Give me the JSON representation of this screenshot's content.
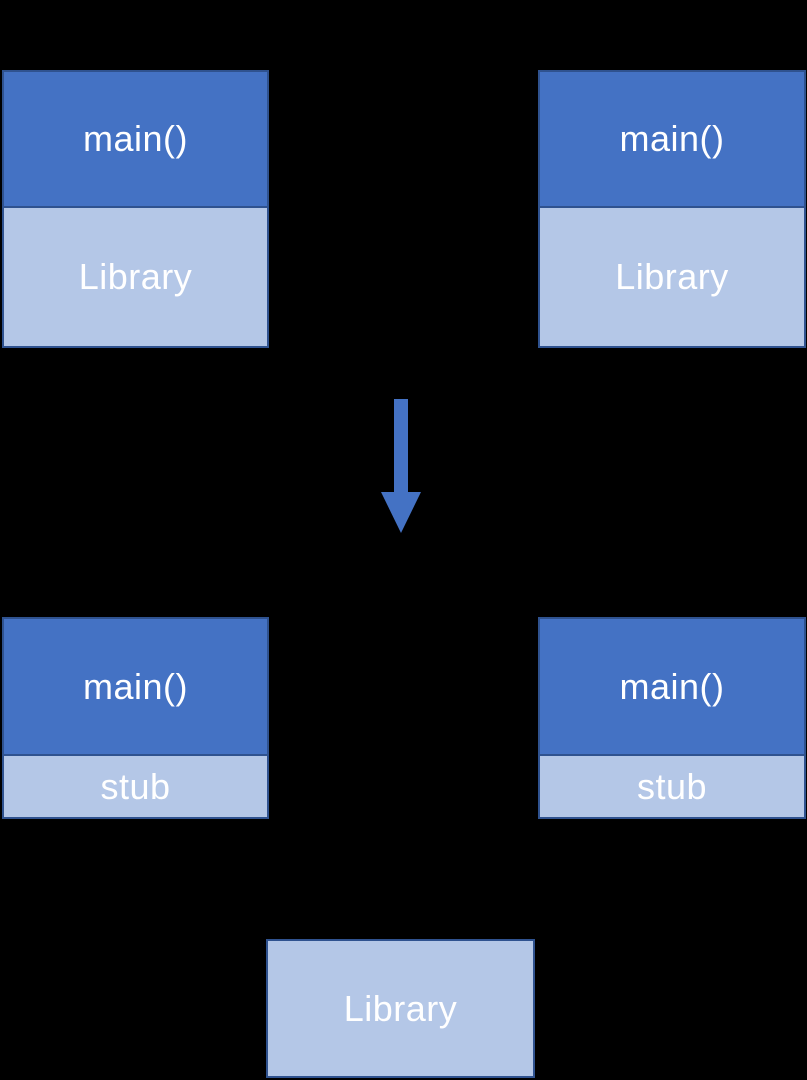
{
  "diagram": {
    "before": {
      "programs": [
        {
          "main_label": "main()",
          "library_label": "Library"
        },
        {
          "main_label": "main()",
          "library_label": "Library"
        }
      ]
    },
    "arrow": {
      "direction": "down"
    },
    "after": {
      "programs": [
        {
          "main_label": "main()",
          "stub_label": "stub"
        },
        {
          "main_label": "main()",
          "stub_label": "stub"
        }
      ],
      "shared_library_label": "Library"
    }
  },
  "colors": {
    "background": "#000000",
    "dark_blue": "#4472C4",
    "light_blue": "#B4C7E7",
    "border": "#2F528F",
    "text": "#FFFFFF"
  }
}
